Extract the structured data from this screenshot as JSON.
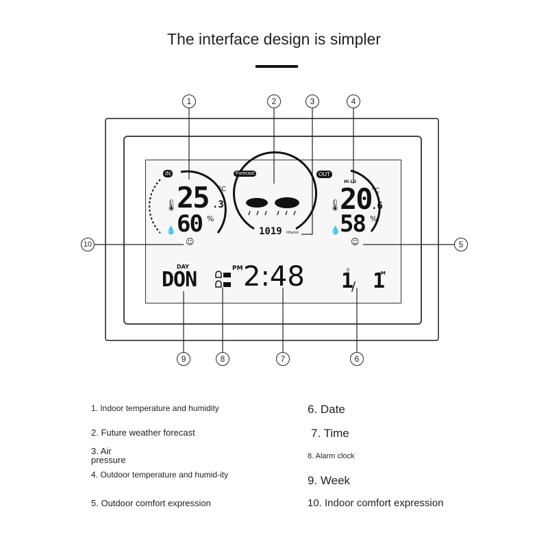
{
  "heading": "The interface design is simpler",
  "display": {
    "indoor_tag": "IN",
    "forecast_tag": "Forecast",
    "outdoor_tag": "OUT",
    "indoor_temp": "25",
    "indoor_temp_dec": ".3",
    "indoor_hum": "60",
    "outdoor_temp": "20",
    "outdoor_temp_dec": ".6",
    "outdoor_hum": "58",
    "celsius": "°C",
    "percent": "%",
    "pressure": "1019",
    "pressure_unit": "hPa/inh",
    "hilo": "HI LO",
    "day_label": "DAY",
    "day_value": "DON",
    "pm": "PM",
    "time": "2:48",
    "date_day": "1",
    "date_month": "1",
    "date_d": "D",
    "date_m": "M"
  },
  "callouts": [
    "1",
    "2",
    "3",
    "4",
    "5",
    "6",
    "7",
    "8",
    "9",
    "10"
  ],
  "legend": [
    "1. Indoor temperature and humidity",
    "2. Future weather forecast",
    "3. Air pressure",
    "4. Outdoor temperature and humid-ity",
    "5. Outdoor comfort expression",
    "6. Date",
    "7. Time",
    "8. Alarm clock",
    "9. Week",
    "10. Indoor comfort expression"
  ]
}
